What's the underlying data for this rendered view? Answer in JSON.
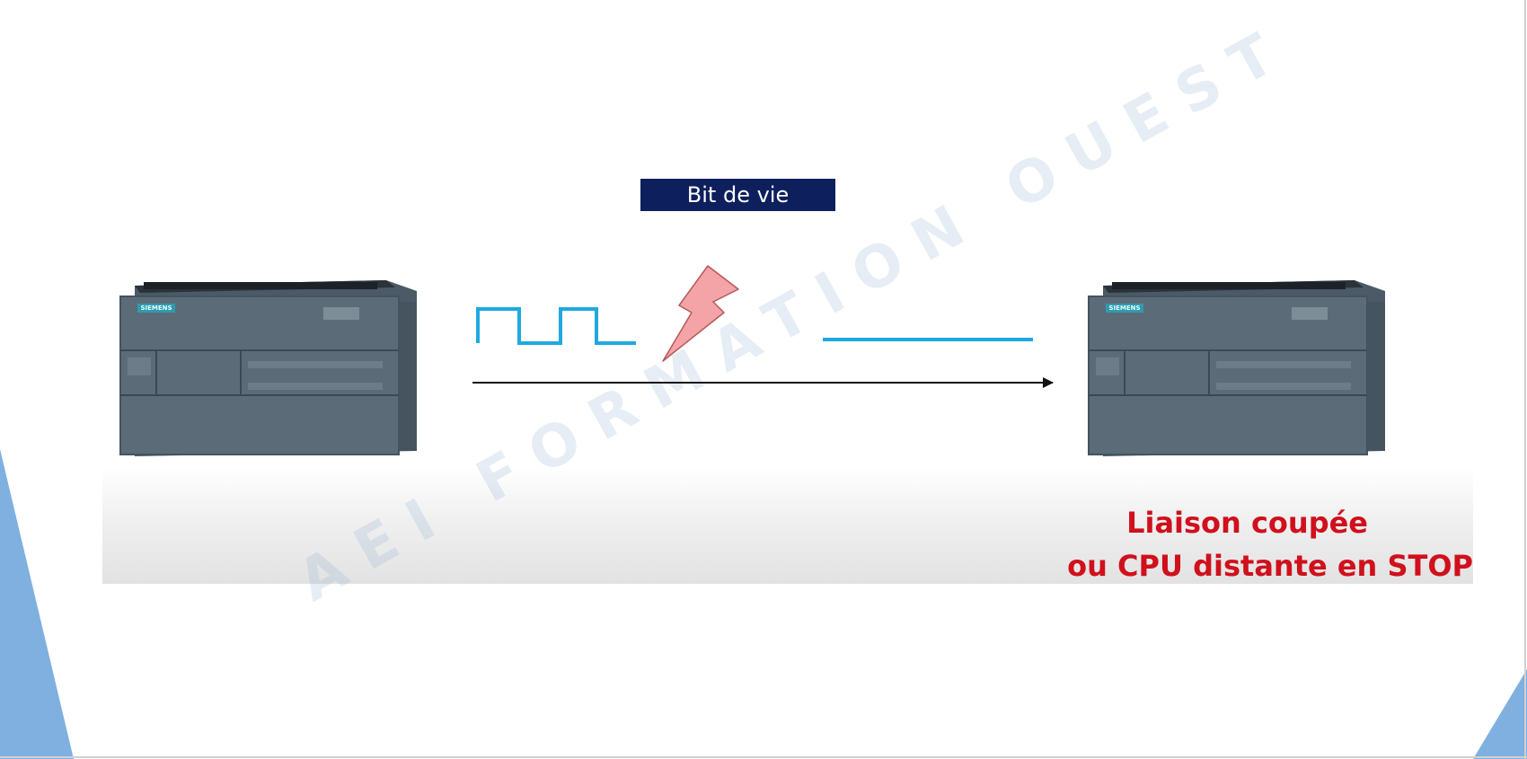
{
  "diagram": {
    "title": "Bit de vie",
    "status_line_1": "Liaison coupée",
    "status_line_2": "ou CPU distante en STOP",
    "watermark": "AEI FORMATION OUEST",
    "plc_brand": "SIEMENS"
  },
  "colors": {
    "title_background": "#0d1f5c",
    "signal": "#1fa9e0",
    "status_text": "#d0101c",
    "lightning": "#f4a3a6",
    "corner_accent": "#7fb0e0",
    "plc_body": "#5b6c78"
  },
  "icons": {
    "left_device": "plc-cpu-icon",
    "right_device": "plc-cpu-icon",
    "break": "lightning-bolt-icon",
    "link": "arrow-right-icon"
  }
}
